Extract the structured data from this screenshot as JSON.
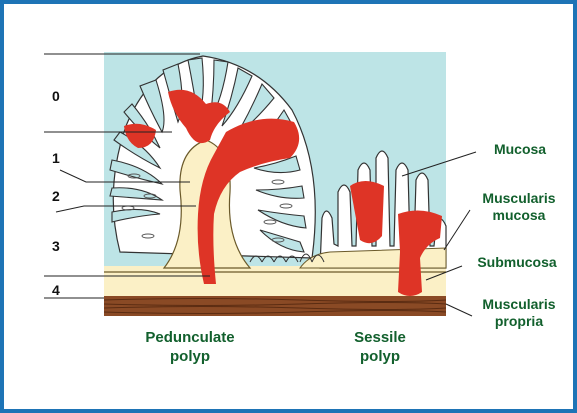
{
  "levels": [
    "0",
    "1",
    "2",
    "3",
    "4"
  ],
  "labels": {
    "mucosa": "Mucosa",
    "muscularis_mucosa_1": "Muscularis",
    "muscularis_mucosa_2": "mucosa",
    "submucosa": "Submucosa",
    "muscularis_propria_1": "Muscularis",
    "muscularis_propria_2": "propria"
  },
  "captions": {
    "pedunculate_1": "Pedunculate",
    "pedunculate_2": "polyp",
    "sessile_1": "Sessile",
    "sessile_2": "polyp"
  },
  "colors": {
    "frame": "#1e74b6",
    "background_fluid": "#bde4e6",
    "submucosa": "#fbf0c6",
    "tumor": "#de3426",
    "muscle": "#8a4a25",
    "label_text": "#12602d"
  }
}
